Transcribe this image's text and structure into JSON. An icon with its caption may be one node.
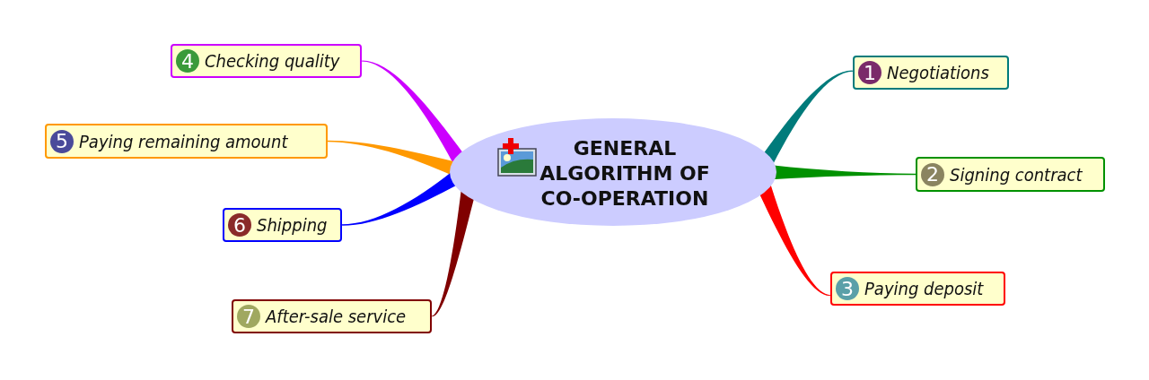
{
  "diagram": {
    "nodes": [
      {
        "text": [
          "GENERAL ALGORITHM OF CO-OPERATION"
        ]
      },
      {
        "text": [
          "1",
          "Negotiations"
        ]
      },
      {
        "text": [
          "2",
          "Signing contract"
        ]
      },
      {
        "text": [
          "3",
          "Paying deposit"
        ]
      },
      {
        "text": [
          "4",
          "Checking quality"
        ]
      },
      {
        "text": [
          "5",
          "Paying remaining amount"
        ]
      },
      {
        "text": [
          "6",
          "Shipping"
        ]
      },
      {
        "text": [
          "7",
          "After-sale service"
        ]
      }
    ],
    "edges": [
      {
        "from": 0,
        "to": 1,
        "arrow": "none",
        "style": "thick",
        "color": "#007b7b"
      },
      {
        "from": 0,
        "to": 2,
        "arrow": "none",
        "style": "thick",
        "color": "#009100"
      },
      {
        "from": 0,
        "to": 3,
        "arrow": "none",
        "style": "thick",
        "color": "#ff0000"
      },
      {
        "from": 0,
        "to": 4,
        "arrow": "none",
        "style": "thick",
        "color": "#cc00ff"
      },
      {
        "from": 0,
        "to": 5,
        "arrow": "none",
        "style": "thick",
        "color": "#ff9900"
      },
      {
        "from": 0,
        "to": 6,
        "arrow": "none",
        "style": "thick",
        "color": "#0000ff"
      },
      {
        "from": 0,
        "to": 7,
        "arrow": "none",
        "style": "thick",
        "color": "#800000"
      }
    ]
  }
}
